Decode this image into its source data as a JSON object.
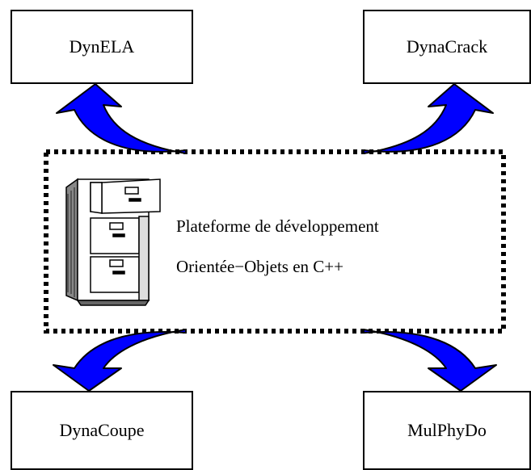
{
  "boxes": {
    "top_left": "DynELA",
    "top_right": "DynaCrack",
    "bottom_left": "DynaCoupe",
    "bottom_right": "MulPhyDo"
  },
  "platform": {
    "line1": "Plateforme de développement",
    "line2": "Orientée−Objets en C++",
    "icon": "file-cabinet-icon"
  },
  "colors": {
    "arrow_fill": "#0000ff",
    "stroke": "#000000"
  }
}
